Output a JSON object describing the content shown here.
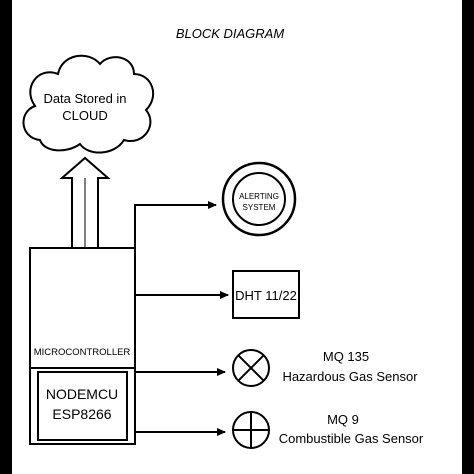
{
  "title": "BLOCK DIAGRAM",
  "cloud": {
    "line1": "Data Stored in",
    "line2": "CLOUD"
  },
  "microcontroller": {
    "label": "MICROCONTROLLER",
    "module_line1": "NODEMCU",
    "module_line2": "ESP8266"
  },
  "alerting_system": {
    "line1": "ALERTING",
    "line2": "SYSTEM"
  },
  "dht": {
    "label": "DHT 11/22"
  },
  "mq135": {
    "name": "MQ 135",
    "description": "Hazardous Gas Sensor"
  },
  "mq9": {
    "name": "MQ 9",
    "description": "Combustible Gas Sensor"
  },
  "colors": {
    "background": "#ffffff",
    "ink": "#000000",
    "border": "#000000"
  }
}
